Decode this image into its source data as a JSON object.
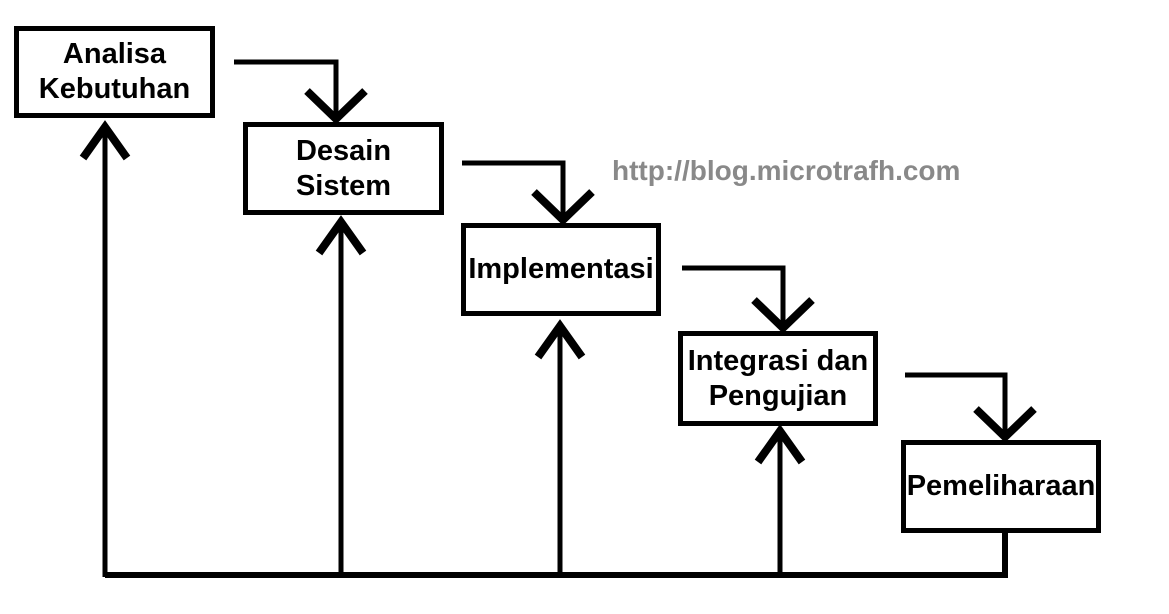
{
  "diagram": {
    "type": "waterfall-model-flowchart",
    "watermark": "http://blog.microtrafh.com",
    "colors": {
      "line": "#000000",
      "box_fill": "#ffffff",
      "text": "#000000",
      "watermark": "#898989"
    },
    "nodes": [
      {
        "id": "analisa-kebutuhan",
        "label": "Analisa Kebutuhan",
        "lines": [
          "Analisa",
          "Kebutuhan"
        ]
      },
      {
        "id": "desain-sistem",
        "label": "Desain Sistem",
        "lines": [
          "Desain",
          "Sistem"
        ]
      },
      {
        "id": "implementasi",
        "label": "Implementasi",
        "lines": [
          "Implementasi"
        ]
      },
      {
        "id": "integrasi-pengujian",
        "label": "Integrasi dan Pengujian",
        "lines": [
          "Integrasi dan",
          "Pengujian"
        ]
      },
      {
        "id": "pemeliharaan",
        "label": "Pemeliharaan",
        "lines": [
          "Pemeliharaan"
        ]
      }
    ],
    "edges": [
      {
        "from": "analisa-kebutuhan",
        "to": "desain-sistem",
        "direction": "forward"
      },
      {
        "from": "desain-sistem",
        "to": "implementasi",
        "direction": "forward"
      },
      {
        "from": "implementasi",
        "to": "integrasi-pengujian",
        "direction": "forward"
      },
      {
        "from": "integrasi-pengujian",
        "to": "pemeliharaan",
        "direction": "forward"
      },
      {
        "from": "pemeliharaan",
        "to": "analisa-kebutuhan",
        "direction": "feedback"
      },
      {
        "from": "pemeliharaan",
        "to": "desain-sistem",
        "direction": "feedback"
      },
      {
        "from": "pemeliharaan",
        "to": "implementasi",
        "direction": "feedback"
      },
      {
        "from": "pemeliharaan",
        "to": "integrasi-pengujian",
        "direction": "feedback"
      }
    ]
  }
}
